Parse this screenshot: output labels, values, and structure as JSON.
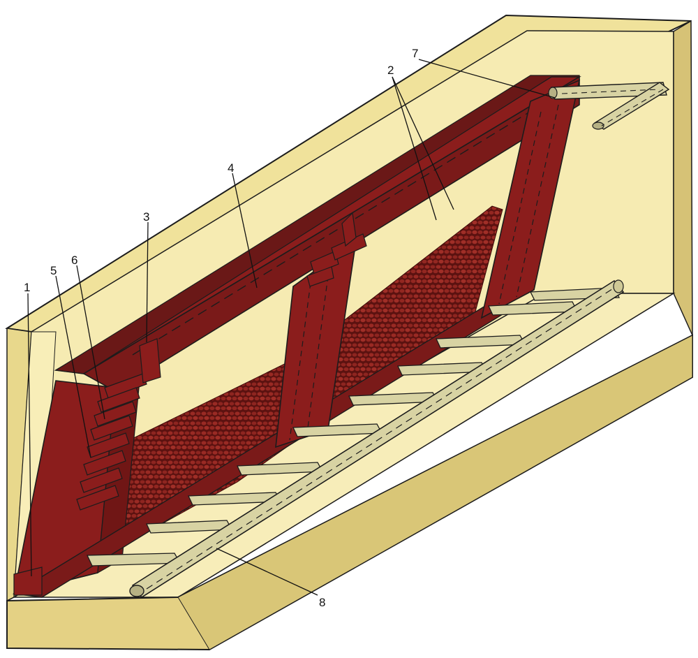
{
  "labels": {
    "l1": "1",
    "l2": "2",
    "l3": "3",
    "l4": "4",
    "l5": "5",
    "l6": "6",
    "l7": "7",
    "l8": "8"
  },
  "colors": {
    "pit_light": "#f3e6a6",
    "pit_mid": "#e2cf7e",
    "pit_dark": "#c9b469",
    "outline": "#1c1c1c",
    "frame_red": "#8b1d1c",
    "frame_top": "#6a1817",
    "frame_dark": "#5a1111",
    "pebble_bg": "#5c1210",
    "pebble": "#9a2a24",
    "pipe": "#d8d3a3",
    "pipe_shade": "#b6b184"
  }
}
